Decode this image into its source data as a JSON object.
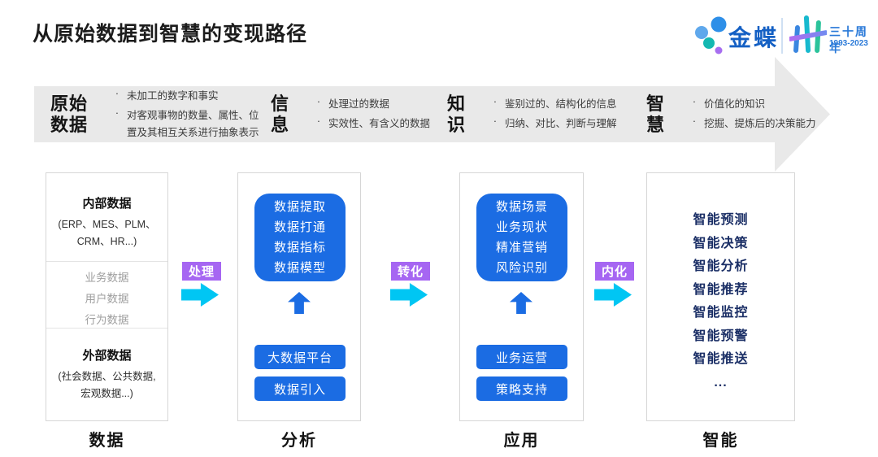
{
  "title": "从原始数据到智慧的变现路径",
  "logo": {
    "brand": "金蝶",
    "anniversary": "三十周年",
    "years": "1993-2023"
  },
  "colors": {
    "accent_blue": "#1B6CE3",
    "navy_text": "#1B2F66",
    "cyan_arrow": "#00C6F3",
    "purple_label": "#A666F2",
    "band_gray": "#E9E9E9",
    "brand_blue": "#1460C4"
  },
  "band": {
    "stages": [
      {
        "title_lines": [
          "原始",
          "数据"
        ],
        "bullets": [
          "未加工的数字和事实",
          "对客观事物的数量、属性、位置及其相互关系进行抽象表示"
        ]
      },
      {
        "title_lines": [
          "信",
          "息"
        ],
        "bullets": [
          "处理过的数据",
          "实效性、有含义的数据"
        ]
      },
      {
        "title_lines": [
          "知",
          "识"
        ],
        "bullets": [
          "鉴别过的、结构化的信息",
          "归纳、对比、判断与理解"
        ]
      },
      {
        "title_lines": [
          "智",
          "慧"
        ],
        "bullets": [
          "价值化的知识",
          "挖掘、提炼后的决策能力"
        ]
      }
    ]
  },
  "connectors": [
    {
      "label": "处理"
    },
    {
      "label": "转化"
    },
    {
      "label": "内化"
    }
  ],
  "columns": {
    "data": {
      "footer": "数据",
      "internal": {
        "title": "内部数据",
        "detail_lines": [
          "(ERP、MES、PLM、",
          "CRM、HR...)"
        ]
      },
      "middle_items": [
        "业务数据",
        "用户数据",
        "行为数据"
      ],
      "external": {
        "title": "外部数据",
        "detail_lines": [
          "(社会数据、公共数据,",
          "宏观数据...)"
        ]
      }
    },
    "analysis": {
      "footer": "分析",
      "big_box_lines": [
        "数据提取",
        "数据打通",
        "数据指标",
        "数据模型"
      ],
      "buttons": [
        "大数据平台",
        "数据引入"
      ]
    },
    "application": {
      "footer": "应用",
      "big_box_lines": [
        "数据场景",
        "业务现状",
        "精准营销",
        "风险识别"
      ],
      "buttons": [
        "业务运营",
        "策略支持"
      ]
    },
    "intelligence": {
      "footer": "智能",
      "items": [
        "智能预测",
        "智能决策",
        "智能分析",
        "智能推荐",
        "智能监控",
        "智能预警",
        "智能推送",
        "..."
      ]
    }
  }
}
